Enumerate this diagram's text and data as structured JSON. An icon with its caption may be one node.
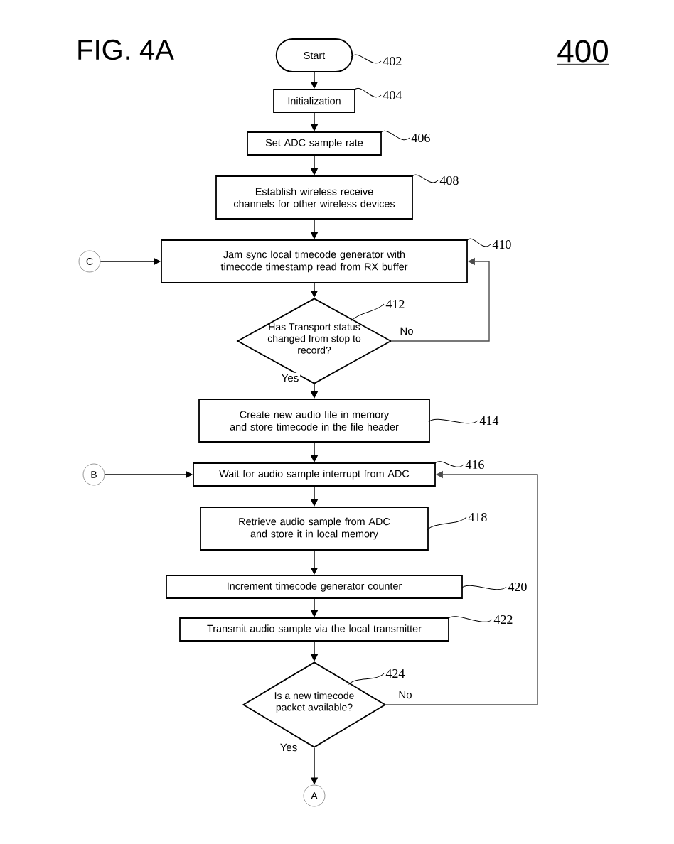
{
  "diagram": {
    "nodes": [
      {
        "text": [
          "Start"
        ]
      },
      {
        "text": [
          "Initialization"
        ]
      },
      {
        "text": [
          "Set ADC sample rate"
        ]
      },
      {
        "text": [
          "Establish wireless receive channels for other wireless devices"
        ]
      },
      {
        "text": [
          "Jam sync local timecode generator with timecode timestamp read from RX buffer"
        ]
      },
      {
        "text": [
          "C"
        ]
      },
      {
        "text": [
          "Has Transport status changed from stop to record?"
        ]
      },
      {
        "text": [
          "Create new audio file in memory and store timecode in the file header"
        ]
      },
      {
        "text": [
          "B"
        ]
      },
      {
        "text": [
          "Wait for audio sample interrupt from ADC"
        ]
      },
      {
        "text": [
          "Retrieve audio sample from ADC and store it in local memory"
        ]
      },
      {
        "text": [
          "Increment timecode generator counter"
        ]
      },
      {
        "text": [
          "Transmit audio sample via the local transmitter"
        ]
      },
      {
        "text": [
          "Is a new timecode packet available?"
        ]
      },
      {
        "text": [
          "A"
        ]
      },
      {
        "text": [
          "402"
        ]
      },
      {
        "text": [
          "404"
        ]
      },
      {
        "text": [
          "406"
        ]
      },
      {
        "text": [
          "408"
        ]
      },
      {
        "text": [
          "410"
        ]
      },
      {
        "text": [
          "412"
        ]
      },
      {
        "text": [
          "414"
        ]
      },
      {
        "text": [
          "416"
        ]
      },
      {
        "text": [
          "418"
        ]
      },
      {
        "text": [
          "420"
        ]
      },
      {
        "text": [
          "422"
        ]
      },
      {
        "text": [
          "424"
        ]
      }
    ],
    "edges": [
      {
        "from": 0,
        "to": 1,
        "arrow": "to"
      },
      {
        "from": 1,
        "to": 2,
        "arrow": "to"
      },
      {
        "from": 2,
        "to": 3,
        "arrow": "to"
      },
      {
        "from": 3,
        "to": 4,
        "arrow": "to"
      },
      {
        "from": 5,
        "to": 4,
        "arrow": "to"
      },
      {
        "from": 4,
        "to": 6,
        "arrow": "to"
      },
      {
        "from": 6,
        "to": 7,
        "arrow": "to",
        "label": "Yes"
      },
      {
        "from": 6,
        "to": 4,
        "arrow": "to",
        "label": "No"
      },
      {
        "from": 7,
        "to": 9,
        "arrow": "to"
      },
      {
        "from": 8,
        "to": 9,
        "arrow": "to"
      },
      {
        "from": 9,
        "to": 10,
        "arrow": "to"
      },
      {
        "from": 10,
        "to": 11,
        "arrow": "to"
      },
      {
        "from": 11,
        "to": 12,
        "arrow": "to"
      },
      {
        "from": 12,
        "to": 13,
        "arrow": "to"
      },
      {
        "from": 13,
        "to": 14,
        "arrow": "to",
        "label": "Yes"
      },
      {
        "from": 13,
        "to": 9,
        "arrow": "to",
        "label": "No"
      },
      {
        "from": 15,
        "to": 0,
        "arrow": "none"
      },
      {
        "from": 16,
        "to": 1,
        "arrow": "none"
      },
      {
        "from": 17,
        "to": 2,
        "arrow": "none"
      },
      {
        "from": 18,
        "to": 3,
        "arrow": "none"
      },
      {
        "from": 19,
        "to": 4,
        "arrow": "none"
      },
      {
        "from": 20,
        "to": 6,
        "arrow": "none"
      },
      {
        "from": 21,
        "to": 7,
        "arrow": "none"
      },
      {
        "from": 22,
        "to": 9,
        "arrow": "none"
      },
      {
        "from": 23,
        "to": 10,
        "arrow": "none"
      },
      {
        "from": 24,
        "to": 11,
        "arrow": "none"
      },
      {
        "from": 25,
        "to": 12,
        "arrow": "none"
      },
      {
        "from": 26,
        "to": 13,
        "arrow": "none"
      }
    ],
    "labels": [
      "FIG. 4A",
      "400"
    ]
  }
}
